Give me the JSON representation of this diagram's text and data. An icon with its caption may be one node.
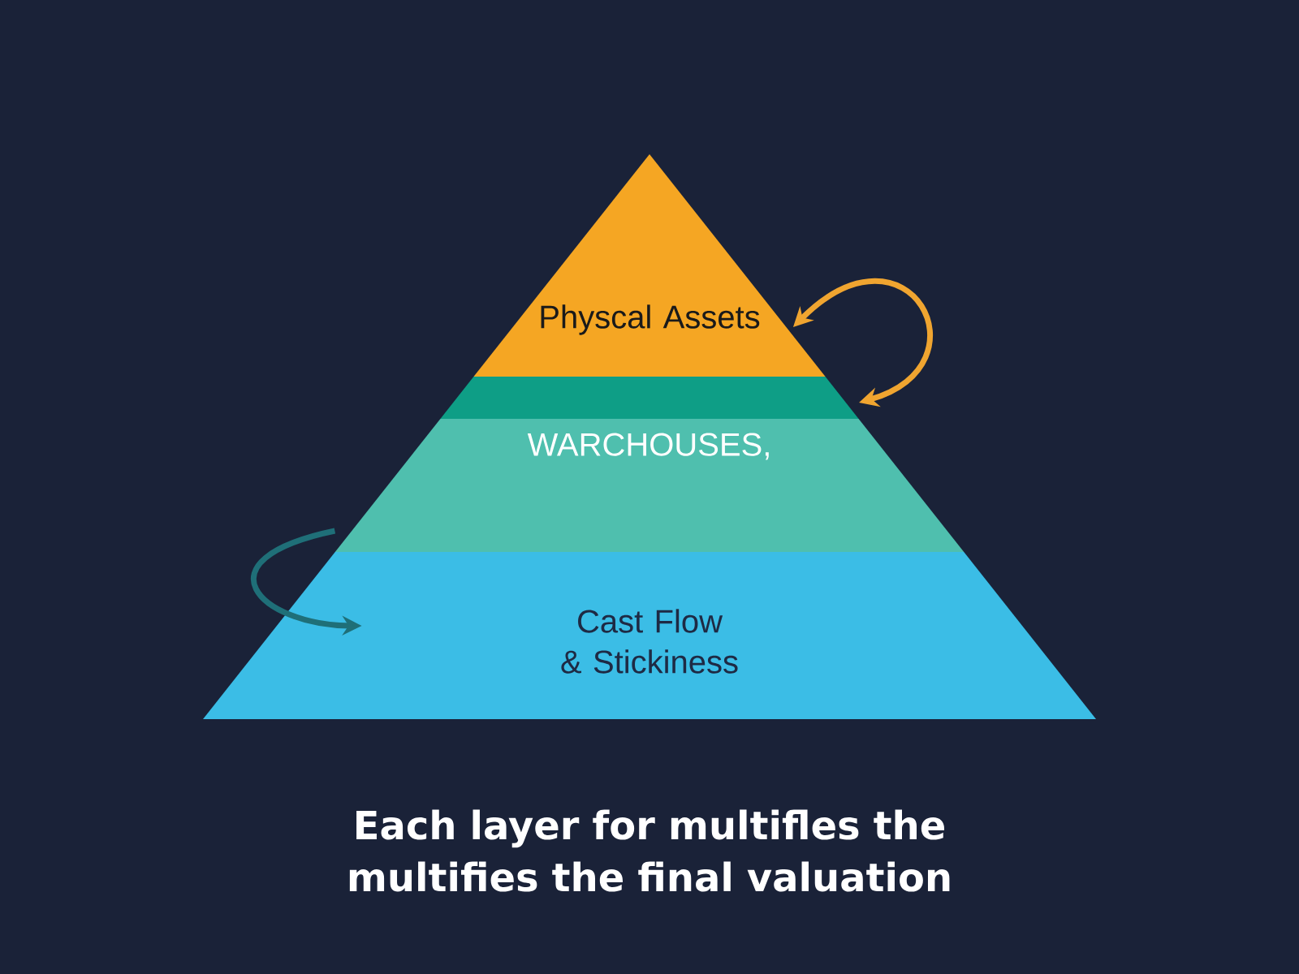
{
  "diagram": {
    "caption": "Each layer for multifles the multifies the final valuation",
    "nodes": [
      {
        "text": [
          "Physcal Assets"
        ]
      },
      {
        "text": [],
        "shape": "bar"
      },
      {
        "text": [
          "WARCHOUSES,"
        ]
      },
      {
        "text": [
          "Cast Flow & Stickiness"
        ]
      }
    ],
    "edges": [
      {
        "from": 0,
        "to": 1,
        "arrow": "both",
        "color": "#f0a530"
      },
      {
        "from": 2,
        "to": 3,
        "arrow": "to",
        "color": "#1f6f78"
      }
    ]
  }
}
